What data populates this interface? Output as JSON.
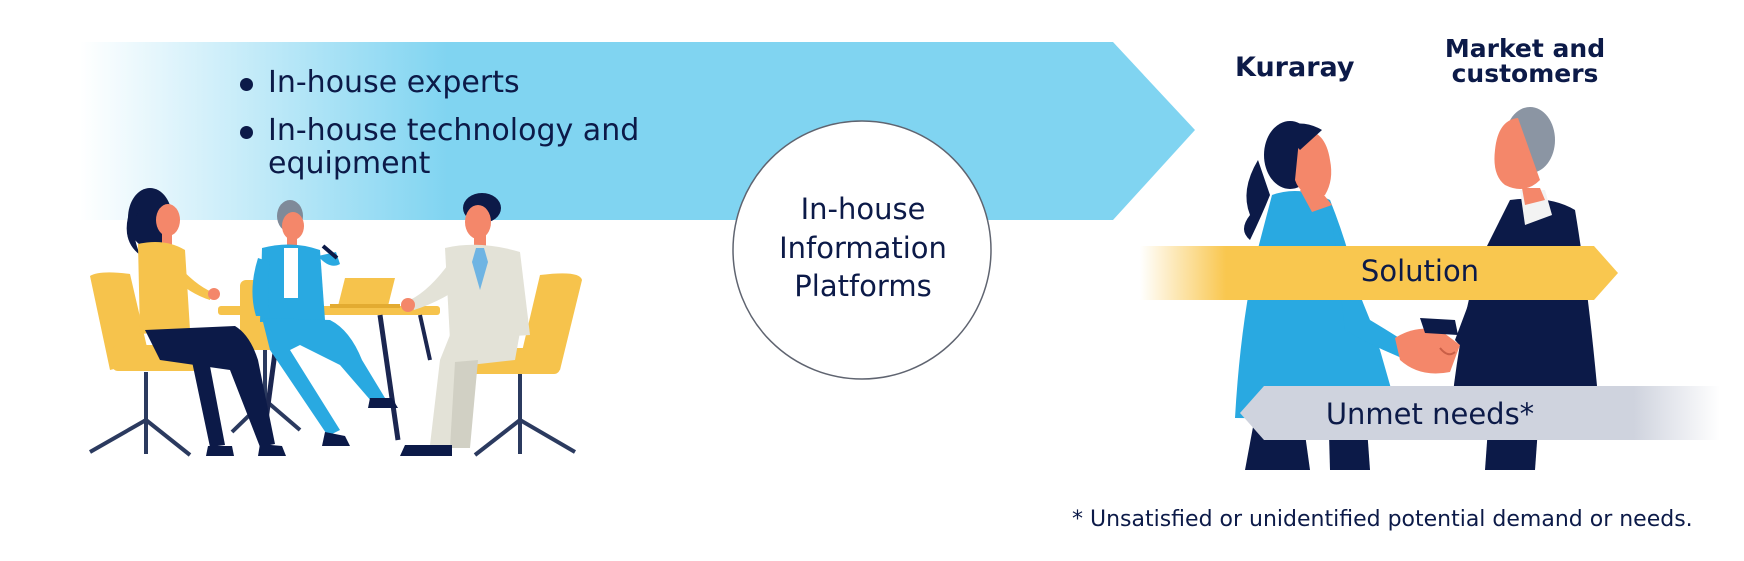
{
  "bullets": [
    "In-house experts",
    "In-house technology and equipment"
  ],
  "platform": {
    "line1": "In-house",
    "line2": "Information",
    "line3": "Platforms"
  },
  "parties": {
    "left": "Kuraray",
    "right_line1": "Market and",
    "right_line2": "customers"
  },
  "arrows": {
    "forward": "Solution",
    "backward": "Unmet needs*"
  },
  "footnote": "* Unsatisfied or unidentified potential demand or needs.",
  "colors": {
    "navy": "#0c1a48",
    "light_blue": "#80d4f1",
    "yellow": "#f9c74f",
    "grey": "#cfd3de",
    "blue": "#29a9e1"
  }
}
